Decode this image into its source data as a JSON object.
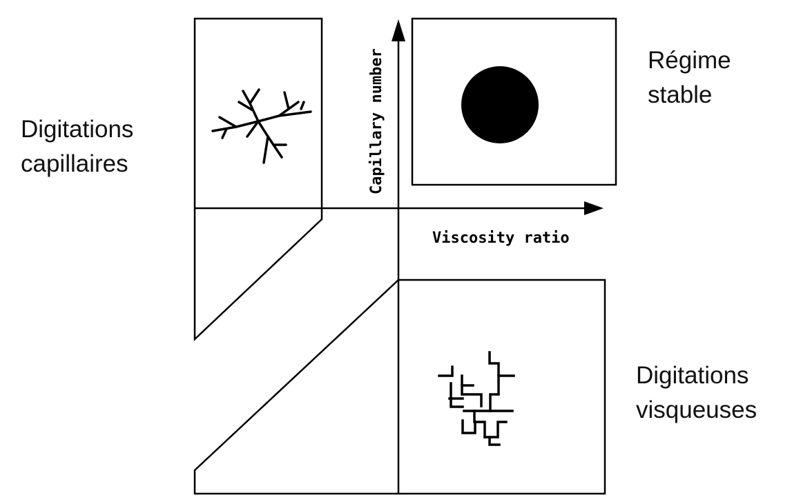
{
  "axes": {
    "x_label": "Viscosity ratio",
    "y_label": "Capillary number"
  },
  "regimes": {
    "capillary": {
      "line1": "Digitations",
      "line2": "capillaires"
    },
    "stable": {
      "line1": "Régime",
      "line2": "stable"
    },
    "viscous": {
      "line1": "Digitations",
      "line2": "visqueuses"
    }
  },
  "colors": {
    "ink": "#000000",
    "background": "#ffffff"
  }
}
